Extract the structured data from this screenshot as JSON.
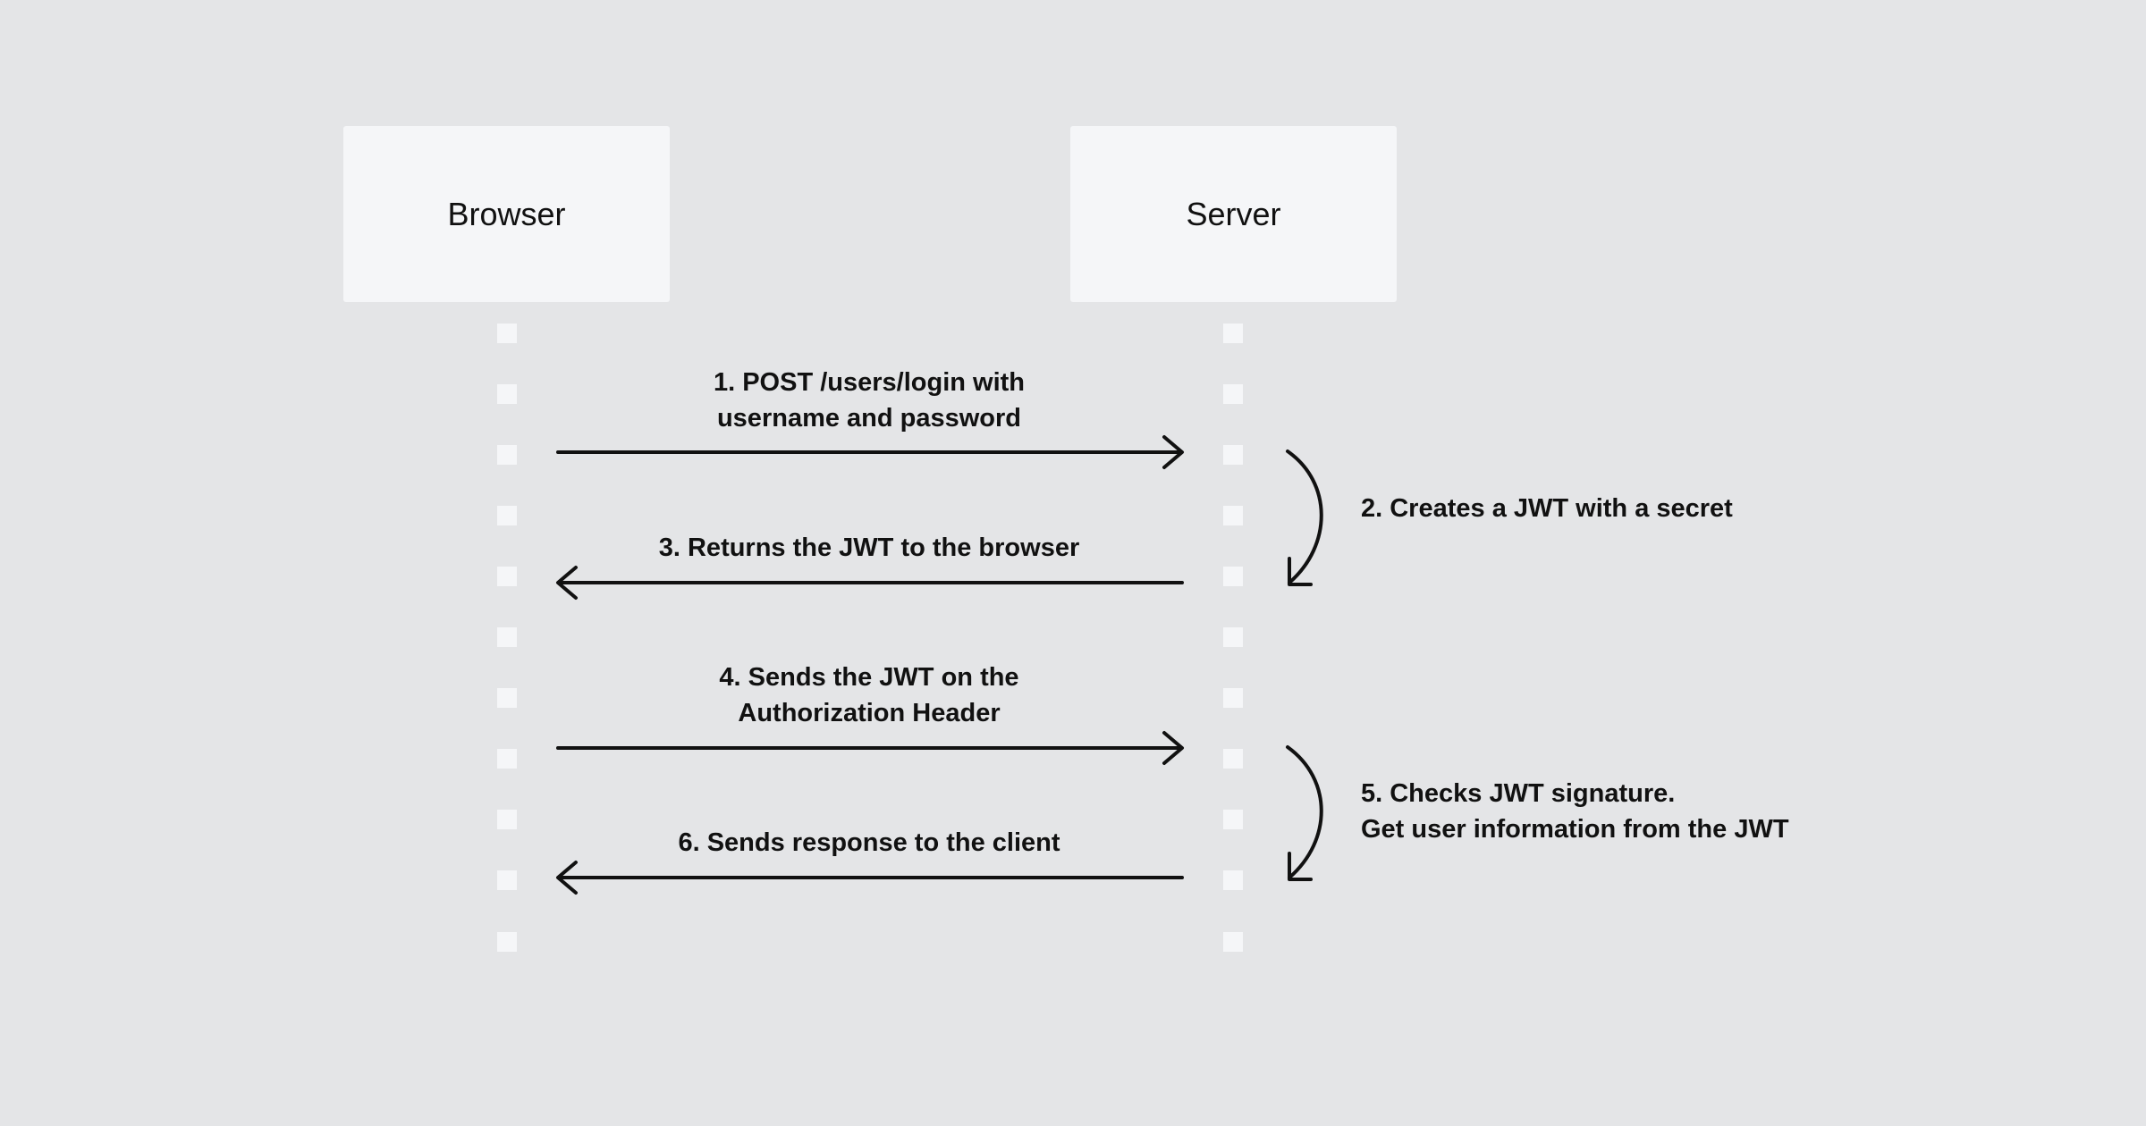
{
  "participants": {
    "browser": "Browser",
    "server": "Server"
  },
  "messages": [
    {
      "line1": "1. POST /users/login with",
      "line2": "username and password",
      "direction": "right"
    },
    {
      "line1": "2. Creates a JWT with a secret",
      "line2": "",
      "direction": "self"
    },
    {
      "line1": "3. Returns the JWT to the browser",
      "line2": "",
      "direction": "left"
    },
    {
      "line1": "4. Sends the JWT on the",
      "line2": "Authorization Header",
      "direction": "right"
    },
    {
      "line1": "5. Checks JWT signature.",
      "line2": "Get user information from the JWT",
      "direction": "self"
    },
    {
      "line1": "6. Sends response to the client",
      "line2": "",
      "direction": "left"
    }
  ],
  "colors": {
    "background": "#e4e5e7",
    "box": "#f5f6f8",
    "lifeline": "#f5f6f8",
    "stroke": "#111111"
  }
}
